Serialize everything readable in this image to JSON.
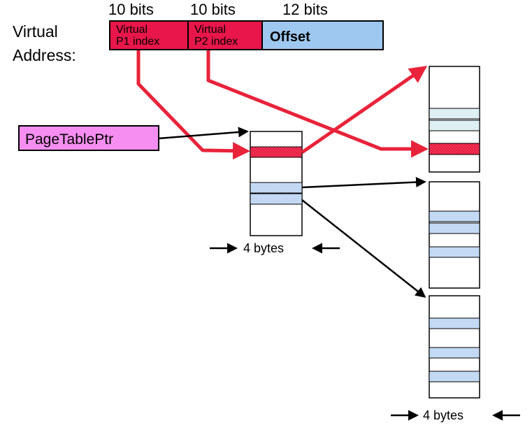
{
  "virtual_address": {
    "label_line1": "Virtual",
    "label_line2": "Address:",
    "fields": [
      {
        "bits": "10 bits",
        "line1": "Virtual",
        "line2": "P1 index",
        "color": "#e8164a"
      },
      {
        "bits": "10 bits",
        "line1": "Virtual",
        "line2": "P2 index",
        "color": "#e8164a"
      },
      {
        "bits": "12 bits",
        "line1": "Offset",
        "line2": "",
        "color": "#9ec8f0"
      }
    ]
  },
  "page_table_ptr": {
    "label": "PageTablePtr",
    "color": "#f58ef0"
  },
  "size_labels": {
    "first_level": "4 bytes",
    "second_level": "4 bytes"
  },
  "colors": {
    "arrow_red": "#e8233a",
    "entry_red": "#e8163c",
    "entry_blue": "#c4daf4",
    "entry_light": "#dff0f5",
    "border": "#000000"
  }
}
